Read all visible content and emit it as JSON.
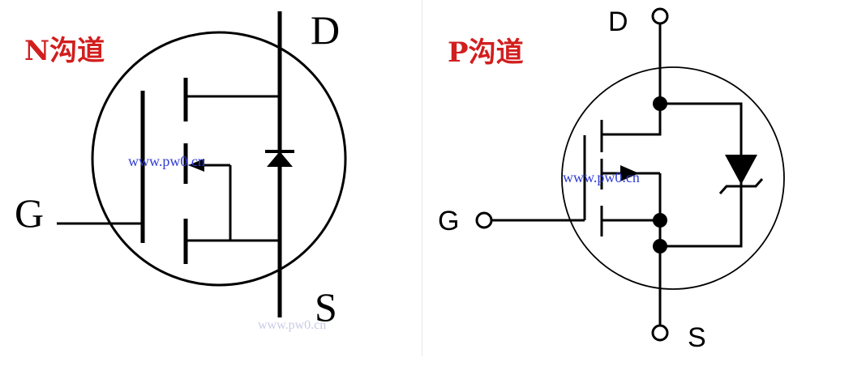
{
  "n_channel": {
    "title": "N沟道",
    "terminals": {
      "drain": "D",
      "gate": "G",
      "source": "S"
    },
    "watermark": "www.pw0.cn",
    "watermark_faint": "www.pw0.cn"
  },
  "p_channel": {
    "title": "P沟道",
    "terminals": {
      "drain": "D",
      "gate": "G",
      "source": "S"
    },
    "watermark": "www.pw0.cn"
  },
  "colors": {
    "title": "#d21e1e",
    "watermark": "#2f3bd6",
    "line": "#000000"
  }
}
